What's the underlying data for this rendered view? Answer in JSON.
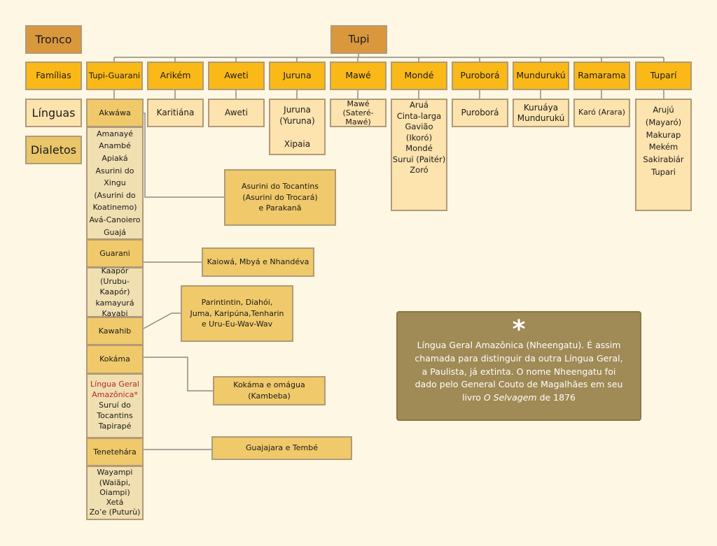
{
  "legend": {
    "tronco": "Tronco",
    "familias": "Famílias",
    "linguas": "Línguas",
    "dialetos": "Dialetos"
  },
  "trunk": "Tupi",
  "families": [
    {
      "name": "Tupi-Guarani"
    },
    {
      "name": "Arikém",
      "languages": "Karitiána"
    },
    {
      "name": "Aweti",
      "languages": "Aweti"
    },
    {
      "name": "Juruna",
      "languages": "Juruna\n(Yuruna)\n\nXipaia"
    },
    {
      "name": "Mawé",
      "languages": "Mawé\n(Sateré-Mawé)"
    },
    {
      "name": "Mondé",
      "languages": "Aruá\nCinta-larga\nGavião (Ikoró)\nMondé\nSurui (Paitér)\nZoró"
    },
    {
      "name": "Puroborá",
      "languages": "Puroborá"
    },
    {
      "name": "Mundurukú",
      "languages": "Kuruáya\nMundurukú"
    },
    {
      "name": "Ramarama",
      "languages": "Karó (Arara)"
    },
    {
      "name": "Tuparí",
      "languages": "Arujú (Mayaró)\nMakurap\nMekém\nSakirabiár\nTupari"
    }
  ],
  "tupi_guarani": {
    "akwawa": "Akwáwa",
    "list1": "Amanayé\nAnambé\nApiaká\nAsurini do\nXingu\n(Asurini do\nKoatinemo)\nAvá-Canoiero\nGuajá",
    "guarani": "Guarani",
    "list2": "Kaapór\n(Urubu-Kaapór)\nkamayurá\nKayabi",
    "kawahib": "Kawahib",
    "kokama": "Kokáma",
    "lingua_geral": "Língua Geral\nAmazônica*",
    "list3": "Suruí do\nTocantins\nTapirapé",
    "tenetehara": "Tenetehára",
    "list4": "Wayampi\n(Waiãpi,\nOiampi)\nXetá\nZo’e (Puturù)"
  },
  "dialects": {
    "akwawa": "Asurini do Tocantins\n(Asurini do Trocará)\ne Parakanã",
    "guarani": "Kaiowá, Mbyá e Nhandéva",
    "kawahib": "Parintintin, Diahói,\nJuma, Karipúna,Tenharin\ne Uru-Eu-Wav-Wav",
    "kokama": "Kokáma e omágua (Kambeba)",
    "tenetehara": "Guajajara e Tembé"
  },
  "note": {
    "symbol": "*",
    "text": "Língua Geral Amazônica (Nheengatu). É assim\nchamada para distinguir da outra Língua Geral,\na Paulista, já extinta. O nome Nheengatu foi\ndado pelo General Couto de Magalhães em seu\nlivro ",
    "book": "O Selvagem",
    "year": " de 1876"
  }
}
